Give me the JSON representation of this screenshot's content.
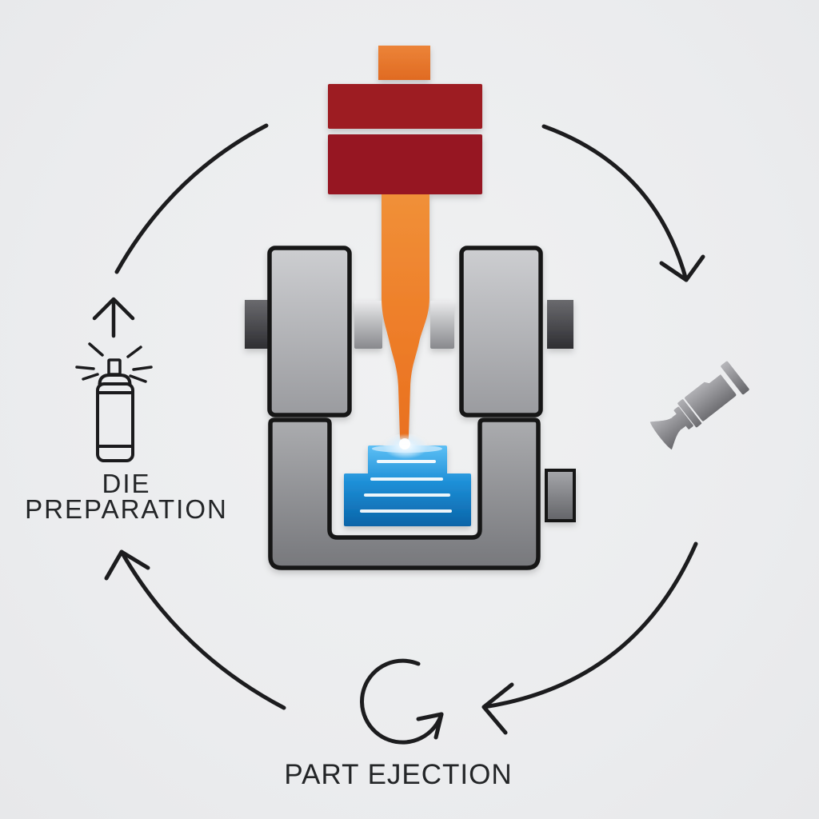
{
  "labels": {
    "die_preparation_line1": "DIE",
    "die_preparation_line2": "PREPARATION",
    "part_ejection": "PART EJECTION"
  },
  "colors": {
    "background": "#ecedee",
    "line_art": "#1c1c1e",
    "press_red_light": "#d23741",
    "press_red_dark": "#991820",
    "molten_orange_light": "#f5973f",
    "molten_orange_dark": "#e8721f",
    "die_gray_light": "#cdced1",
    "die_gray_dark": "#77787c",
    "cast_blue_light": "#5ec0f5",
    "cast_blue_dark": "#0a64a8",
    "text": "#232527"
  },
  "icons": {
    "left_stage": [
      "up-arrow-icon",
      "spray-can-icon"
    ],
    "right_stage": [
      "plunger-tool-icon"
    ],
    "bottom_stage": [
      "rotate-arrow-icon"
    ],
    "cycle_arrows": [
      "cycle-arc-top-left",
      "cycle-arrow-top-right",
      "cycle-arrow-bottom-right",
      "cycle-arrow-bottom-left"
    ]
  }
}
